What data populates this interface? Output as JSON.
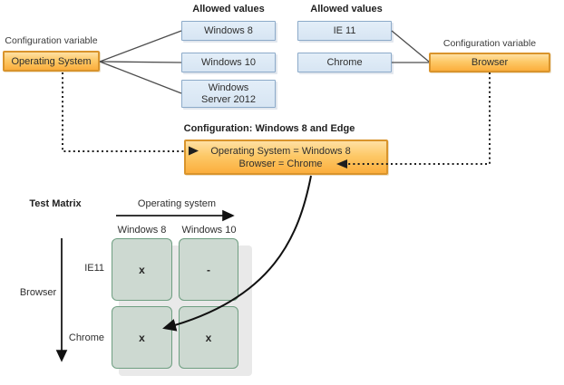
{
  "os_variable": {
    "caption": "Configuration variable",
    "name": "Operating System",
    "allowed_values_heading": "Allowed values",
    "values": [
      "Windows 8",
      "Windows 10",
      "Windows Server 2012"
    ]
  },
  "browser_variable": {
    "caption": "Configuration variable",
    "name": "Browser",
    "allowed_values_heading": "Allowed values",
    "values": [
      "IE 11",
      "Chrome"
    ]
  },
  "configuration": {
    "heading": "Configuration: Windows 8 and Edge",
    "assignments": [
      "Operating System = Windows 8",
      "Browser = Chrome"
    ]
  },
  "test_matrix": {
    "title": "Test Matrix",
    "x_axis_label": "Operating system",
    "y_axis_label": "Browser",
    "columns": [
      "Windows 8",
      "Windows 10"
    ],
    "rows": [
      "IE11",
      "Chrome"
    ],
    "cells": [
      [
        "x",
        "-"
      ],
      [
        "x",
        "x"
      ]
    ]
  },
  "colors": {
    "variable_box_fill_top": "#ffe0a3",
    "variable_box_fill_bottom": "#fbae3d",
    "variable_box_border": "#d9942c",
    "value_box_fill": "#dce9f5",
    "value_box_border": "#8caac9",
    "matrix_cell_fill": "#cdd9d1",
    "matrix_cell_border": "#6e9e81",
    "matrix_shadow": "#e9e9e9",
    "connector": "#4d4d4d",
    "arrow": "#111111"
  }
}
